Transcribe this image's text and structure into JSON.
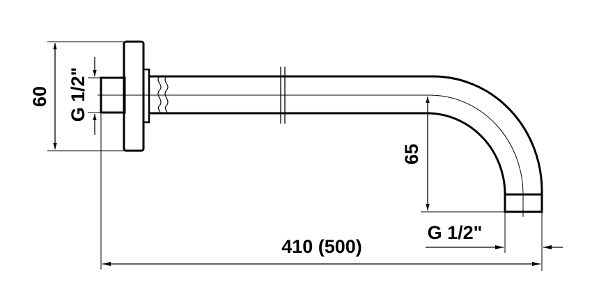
{
  "dimensions": {
    "flange_height": "60",
    "inlet_thread": "G 1/2\"",
    "drop_height": "65",
    "outlet_thread": "G 1/2\"",
    "overall_length": "410 (500)"
  }
}
